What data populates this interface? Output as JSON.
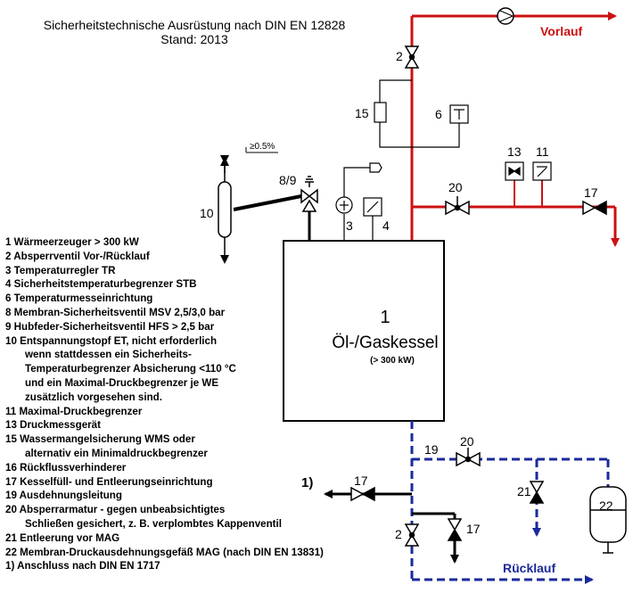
{
  "title": {
    "line1": "Sicherheitstechnische Ausrüstung nach DIN EN 12828",
    "line2": "Stand: 2013"
  },
  "boiler": {
    "number": "1",
    "name": "Öl-/Gaskessel",
    "capacity": "(> 300 kW)"
  },
  "flow_labels": {
    "supply": "Vorlauf",
    "return": "Rücklauf"
  },
  "slope": "≥0.5%",
  "component_numbers": {
    "n2_top": "2",
    "n2_bottom": "2",
    "n3": "3",
    "n4": "4",
    "n6": "6",
    "n8_9": "8/9",
    "n10": "10",
    "n11": "11",
    "n13": "13",
    "n15": "15",
    "n17_right": "17",
    "n17_left": "17",
    "n17_bottom": "17",
    "n19": "19",
    "n20_top": "20",
    "n20_bottom": "20",
    "n21": "21",
    "n22": "22",
    "conn1": "1)"
  },
  "legend": [
    {
      "text": "1 Wärmeerzeuger > 300 kW",
      "cont": []
    },
    {
      "text": "2 Absperrventil Vor-/Rücklauf",
      "cont": []
    },
    {
      "text": "3 Temperaturregler TR",
      "cont": []
    },
    {
      "text": "4 Sicherheitstemperaturbegrenzer STB",
      "cont": []
    },
    {
      "text": "6 Temperaturmesseinrichtung",
      "cont": []
    },
    {
      "text": "8 Membran-Sicherheitsventil MSV 2,5/3,0 bar",
      "cont": []
    },
    {
      "text": "9 Hubfeder-Sicherheitsventil HFS > 2,5 bar",
      "cont": []
    },
    {
      "text": "10 Entspannungstopf ET, nicht erforderlich",
      "cont": [
        "wenn stattdessen ein Sicherheits-",
        "Temperaturbegrenzer Absicherung <110 °C",
        "und ein Maximal-Druckbegrenzer je WE",
        "zusätzlich vorgesehen sind."
      ]
    },
    {
      "text": "11 Maximal-Druckbegrenzer",
      "cont": []
    },
    {
      "text": "13 Druckmessgerät",
      "cont": []
    },
    {
      "text": "15 Wassermangelsicherung WMS oder",
      "cont": [
        "alternativ ein Minimaldruckbegrenzer"
      ]
    },
    {
      "text": "16 Rückflussverhinderer",
      "cont": []
    },
    {
      "text": "17 Kesselfüll- und Entleerungseinrichtung",
      "cont": []
    },
    {
      "text": "19 Ausdehnungsleitung",
      "cont": []
    },
    {
      "text": "20 Absperrarmatur - gegen unbeabsichtigtes",
      "cont": [
        "Schließen gesichert, z. B. verplombtes Kappenventil"
      ]
    },
    {
      "text": "21 Entleerung vor MAG",
      "cont": []
    },
    {
      "text": "22 Membran-Druckausdehnungsgefäß MAG (nach DIN EN 13831)",
      "cont": []
    },
    {
      "text": "1) Anschluss nach DIN EN 1717",
      "cont": []
    }
  ],
  "colors": {
    "supply": "#cc1111",
    "return": "#1a2a9a",
    "line": "#000000",
    "background": "#ffffff"
  }
}
